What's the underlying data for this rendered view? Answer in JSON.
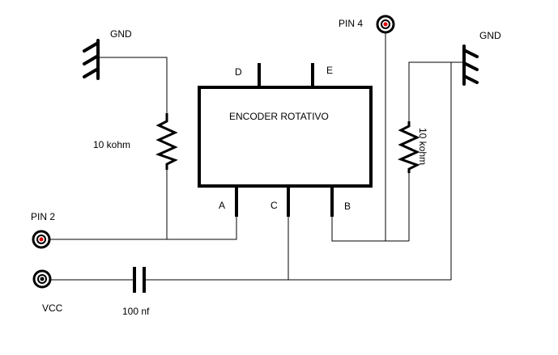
{
  "gnd_left": "GND",
  "gnd_right": "GND",
  "pin2": "PIN 2",
  "pin4": "PIN 4",
  "vcc": "VCC",
  "resistor_left": "10 kohm",
  "resistor_right": "10 kohm",
  "capacitor": "100 nf",
  "encoder": {
    "title": "ENCODER ROTATIVO",
    "pin_a": "A",
    "pin_b": "B",
    "pin_c": "C",
    "pin_d": "D",
    "pin_e": "E"
  }
}
